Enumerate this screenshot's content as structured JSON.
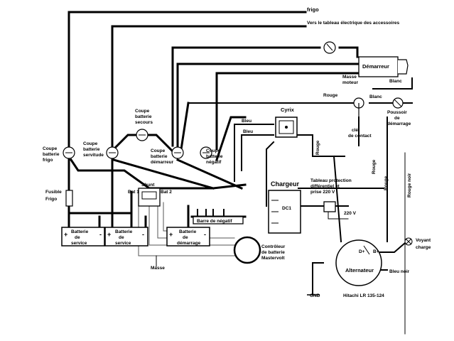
{
  "labels": {
    "frigo": "frigo",
    "vers_tableau": "Vers le tableau électrique des accessoires",
    "demarreur": "Démarreur",
    "masse_moteur_1": "Masse",
    "masse_moteur_2": "moteur",
    "blanc_top": "Blanc",
    "rouge_top": "Rouge",
    "blanc_mid": "Blanc",
    "coupe_secours_1": "Coupe",
    "coupe_secours_2": "batterie",
    "coupe_secours_3": "secours",
    "bleu_1": "Bleu",
    "bleu_2": "Bleu",
    "cyrix": "Cyrix",
    "poussoir_1": "Poussoir",
    "poussoir_2": "de",
    "poussoir_3": "démarrage",
    "cle_1": "clé",
    "cle_2": "de contact",
    "coupe_frigo_1": "Coupe",
    "coupe_frigo_2": "batterie",
    "coupe_frigo_3": "frigo",
    "coupe_servitude_1": "Coupe",
    "coupe_servitude_2": "batterie",
    "coupe_servitude_3": "servitude",
    "coupe_demarreur_1": "Coupe",
    "coupe_demarreur_2": "batterie",
    "coupe_demarreur_3": "démarreur",
    "coupe_negatif_1": "Coupe",
    "coupe_negatif_2": "batterie",
    "coupe_negatif_3": "négatif",
    "rouge_vertical_1": "Rouge",
    "rouge_vertical_2": "Rouge",
    "rouge_vertical_3": "Rouge",
    "rouge_noir": "Rouge noir",
    "chargeur": "Chargeur",
    "tableau_protection_1": "Tableau protection",
    "tableau_protection_2": "différentiel et",
    "tableau_protection_3": "prise 220 V",
    "fusible_1": "Fusible",
    "fusible_2": "Frigo",
    "shunt": "Shunt",
    "bat1": "Bat 1",
    "bat2": "Bat 2",
    "v220": "220 V",
    "barre_neg": "Barre de négatif",
    "batt_serv_1a": "Batterie",
    "batt_serv_1b": "de",
    "batt_serv_1c": "service",
    "batt_serv_2a": "Batterie",
    "batt_serv_2b": "de",
    "batt_serv_2c": "service",
    "batt_dem_a": "Batterie",
    "batt_dem_b": "de",
    "batt_dem_c": "démarrage",
    "controleur_1": "Contrôleur",
    "controleur_2": "de batterie",
    "controleur_3": "Mastervolt",
    "voyant_1": "Voyant",
    "voyant_2": "charge",
    "d_plus": "D+",
    "b_plus": "B+",
    "alternateur": "Alternateur",
    "bleu_noir": "Bleu noir",
    "hitachi": "Hitachi LR 135-124",
    "masse_ground": "Masse",
    "gnd_label": "GND",
    "plus": "+",
    "minus": "-"
  }
}
